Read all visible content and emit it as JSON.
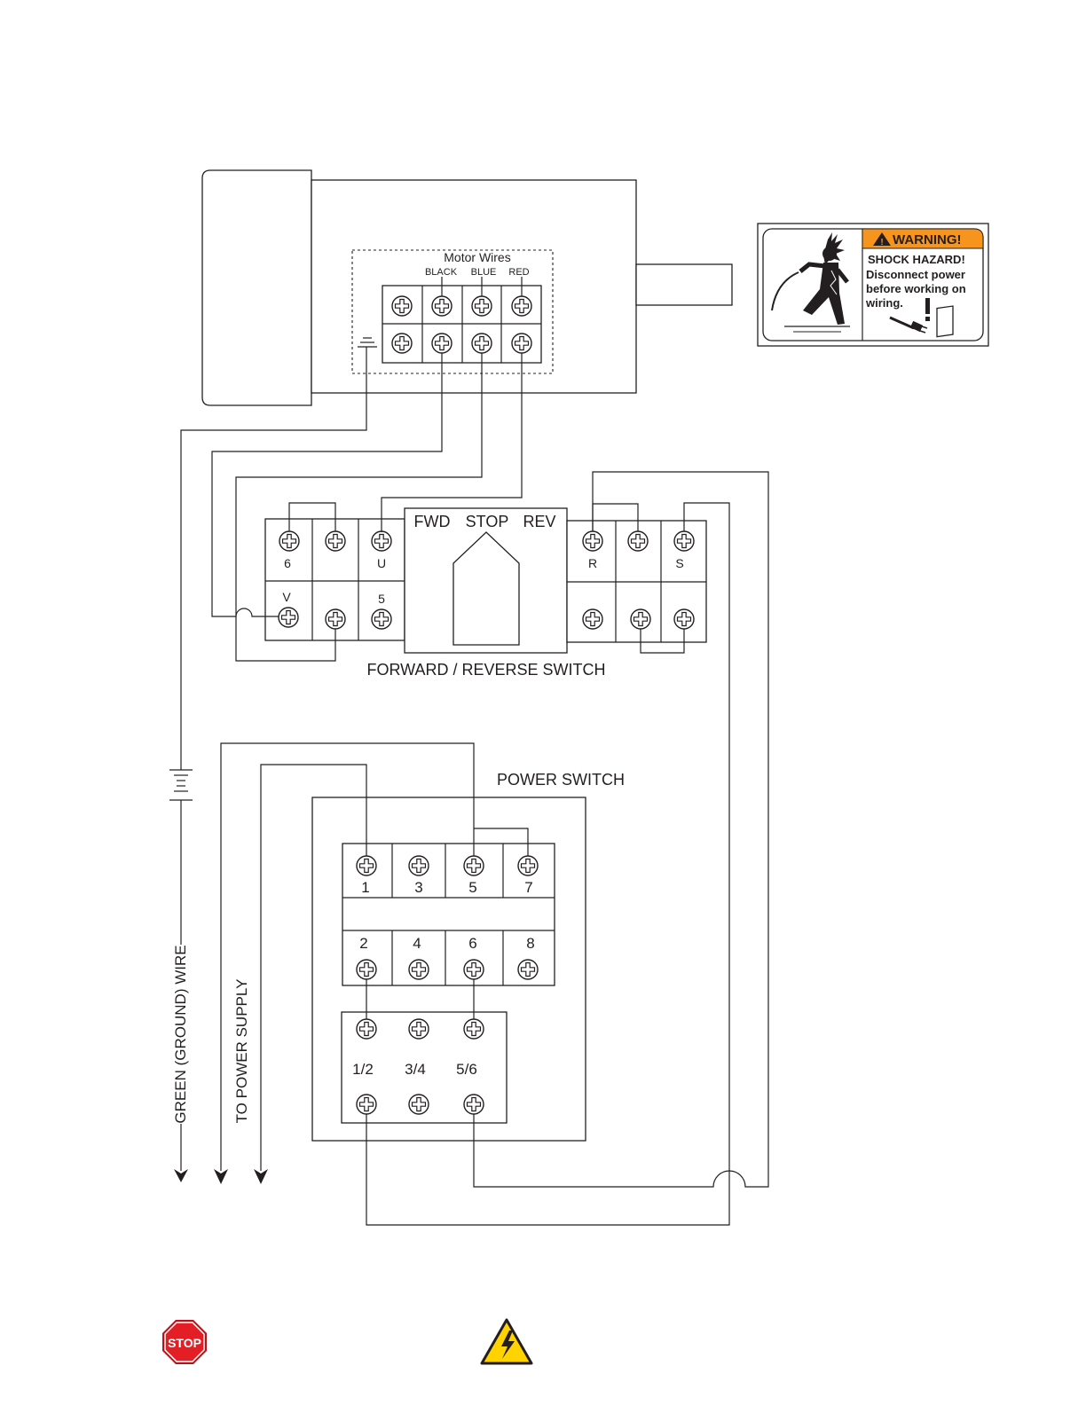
{
  "motor": {
    "title": "Motor Wires",
    "wires": [
      "BLACK",
      "BLUE",
      "RED"
    ]
  },
  "fr_switch": {
    "title": "FORWARD / REVERSE SWITCH",
    "positions": [
      "FWD",
      "STOP",
      "REV"
    ],
    "left_terminals": {
      "top": [
        "6",
        "",
        "U"
      ],
      "bottom": [
        "V",
        "",
        "5"
      ]
    },
    "right_terminals": {
      "top": [
        "R",
        "",
        "S"
      ],
      "bottom": [
        "",
        "",
        ""
      ]
    }
  },
  "power_switch": {
    "title": "POWER SWITCH",
    "top_terminals": [
      "1",
      "3",
      "5",
      "7"
    ],
    "middle_terminals": [
      "2",
      "4",
      "6",
      "8"
    ],
    "bottom_labels": [
      "1/2",
      "3/4",
      "5/6"
    ]
  },
  "leads": {
    "ground": "GREEN (GROUND) WIRE",
    "supply": "TO POWER SUPPLY"
  },
  "warning": {
    "header": "WARNING!",
    "line1": "SHOCK HAZARD!",
    "line2": "Disconnect power",
    "line3": "before working on",
    "line4": "wiring.",
    "accent_color": "#f7941d"
  },
  "footer": {
    "stop_sign": "STOP",
    "stop_color": "#e31e24",
    "hazard_color": "#ffd200"
  }
}
